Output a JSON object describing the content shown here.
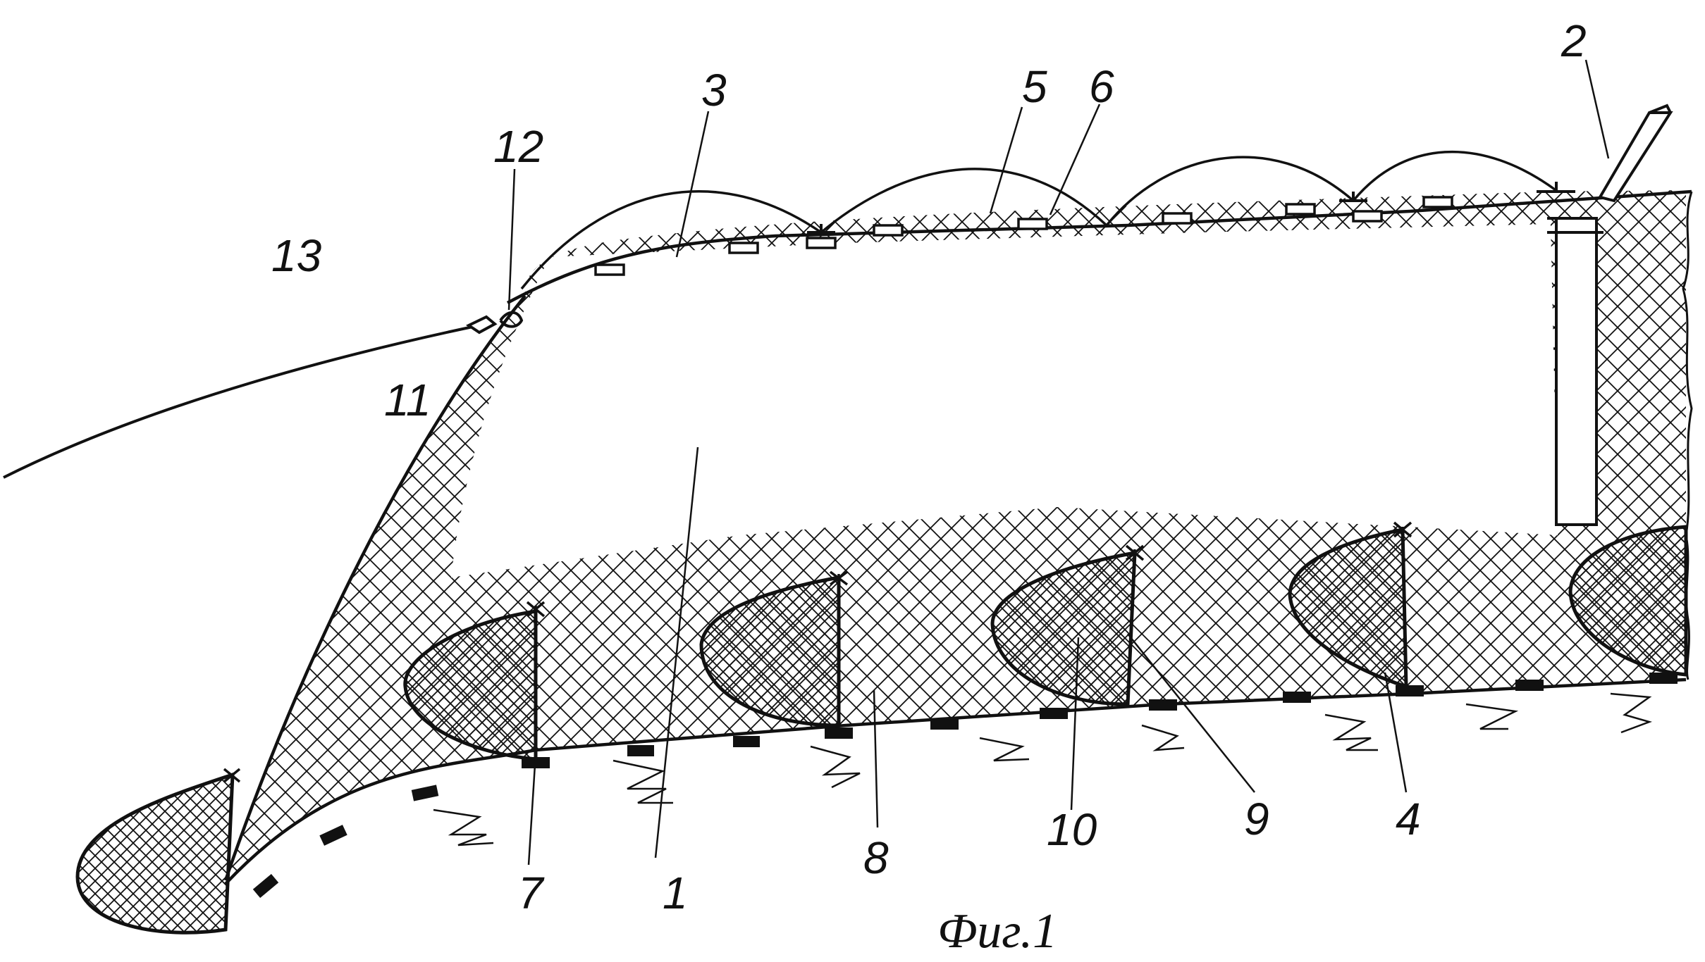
{
  "figure": {
    "caption": "Фиг.1",
    "labels": {
      "l1": "1",
      "l2": "2",
      "l3": "3",
      "l4": "4",
      "l5": "5",
      "l6": "6",
      "l7": "7",
      "l8": "8",
      "l9": "9",
      "l10": "10",
      "l11": "11",
      "l12": "12",
      "l13": "13"
    }
  }
}
